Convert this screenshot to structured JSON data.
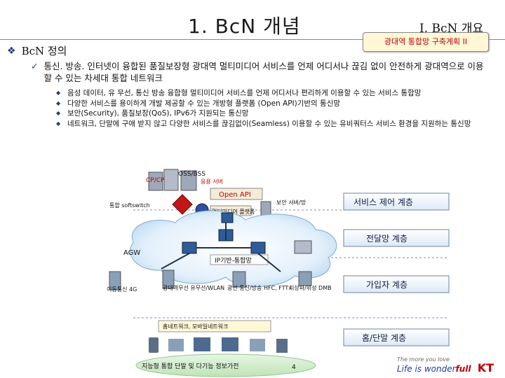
{
  "header": {
    "title": "1. BcN 개념",
    "section": "I. BcN 개요",
    "subtitle": "광대역 통합망 구축계획 II"
  },
  "heading": {
    "label": "BcN 정의"
  },
  "definition": "통신. 방송. 인터넷이 융합된 품질보장형 광대역 멀티미디어 서비스를 언제 어디서나 끊김 없이 안전하게 광대역으로 이용할 수 있는 차세대 통합 네트워크",
  "bullets": [
    "음성 데이터, 유 무선, 통신 방송 융합형 멀티미디어 서비스를 언제 어디서나 편리하게 이용할 수 있는 서비스 통합망",
    "다양한 서비스를 용이하게 개발 제공할 수 있는 개방형 플랫폼 (Open API)기반의 통신망",
    "보안(Security), 품질보장(QoS), IPv6가 지원되는 통신망",
    "네트워크, 단말에 구애 받지 않고 다양한 서비스를 끊김없이(Seamless) 이용할 수 있는 유비쿼터스 서비스 환경을 지원하는 통신망"
  ],
  "diagram": {
    "top_labels": {
      "cpcp": "CP/CP",
      "oss": "OSS/BSS",
      "app_server": "응용 서버",
      "open_api": "Open API",
      "softswitch": "통합 softswitch",
      "platform": "멀티미디어 플랫폼",
      "security": "보안 서버/망"
    },
    "cloud_labels": {
      "agw": "AGW",
      "ip_backbone": "IP기반-통합망"
    },
    "access_labels": {
      "mobile": "이동통신 4G",
      "wireless": "광대역무선 유무선/WLAN",
      "wired": "광선 통신/방송 HFC, FTTx",
      "satellite": "지상파/위성 DMB"
    },
    "bottom_labels": {
      "homenet": "홈네트워크, 모바일네트워크",
      "terminal": "지능형 통합 단말 및 다기능 정보가전",
      "page": "4"
    },
    "layers": [
      "서비스 제어 계층",
      "전달망 계층",
      "가입자 계층",
      "홈/단말 계층"
    ]
  },
  "footer": {
    "slogan_small": "The more you love",
    "slogan_big": "Life is wonder",
    "slogan_full": "full",
    "brand": "KT"
  }
}
